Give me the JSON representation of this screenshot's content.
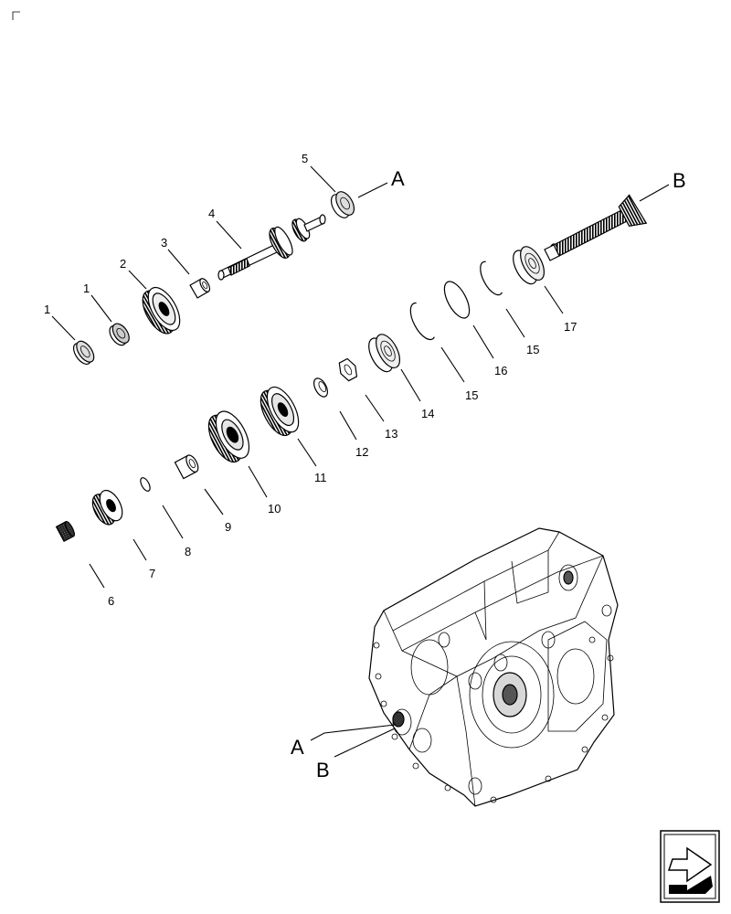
{
  "callouts": {
    "c1a": "1",
    "c1b": "1",
    "c2": "2",
    "c3": "3",
    "c4": "4",
    "c5": "5",
    "c6": "6",
    "c7": "7",
    "c8": "8",
    "c9": "9",
    "c10": "10",
    "c11": "11",
    "c12": "12",
    "c13": "13",
    "c14": "14",
    "c15a": "15",
    "c15b": "15",
    "c16": "16",
    "c17": "17"
  },
  "references": {
    "shaft_a": "A",
    "shaft_b": "B",
    "housing_a": "A",
    "housing_b": "B"
  },
  "icons": {
    "corner_mark": "corner-crop-mark",
    "next_page": "arrow-next-page-icon"
  }
}
